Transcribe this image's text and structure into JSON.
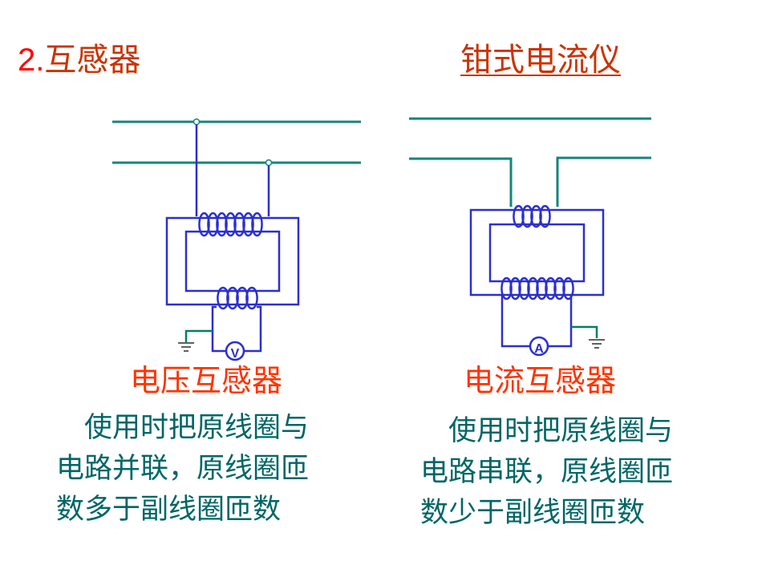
{
  "heading": {
    "number": "2.",
    "text": "互感器"
  },
  "clamp_meter_title": "钳式电流仪",
  "left_diagram": {
    "meter_label": "V",
    "caption": "电压互感器",
    "description_lines": [
      "　使用时把原线圈与",
      "电路并联，原线圈匝",
      "数多于副线圈匝数"
    ]
  },
  "right_diagram": {
    "meter_label": "A",
    "caption": "电流互感器",
    "description_lines": [
      "　使用时把原线圈与",
      "电路串联，原线圈匝",
      "数少于副线圈匝数"
    ]
  },
  "colors": {
    "heading_number": "#ff0000",
    "caption": "#ff3300",
    "description": "#006666",
    "wire": "#2b2fd0",
    "busbar": "#15857a"
  }
}
